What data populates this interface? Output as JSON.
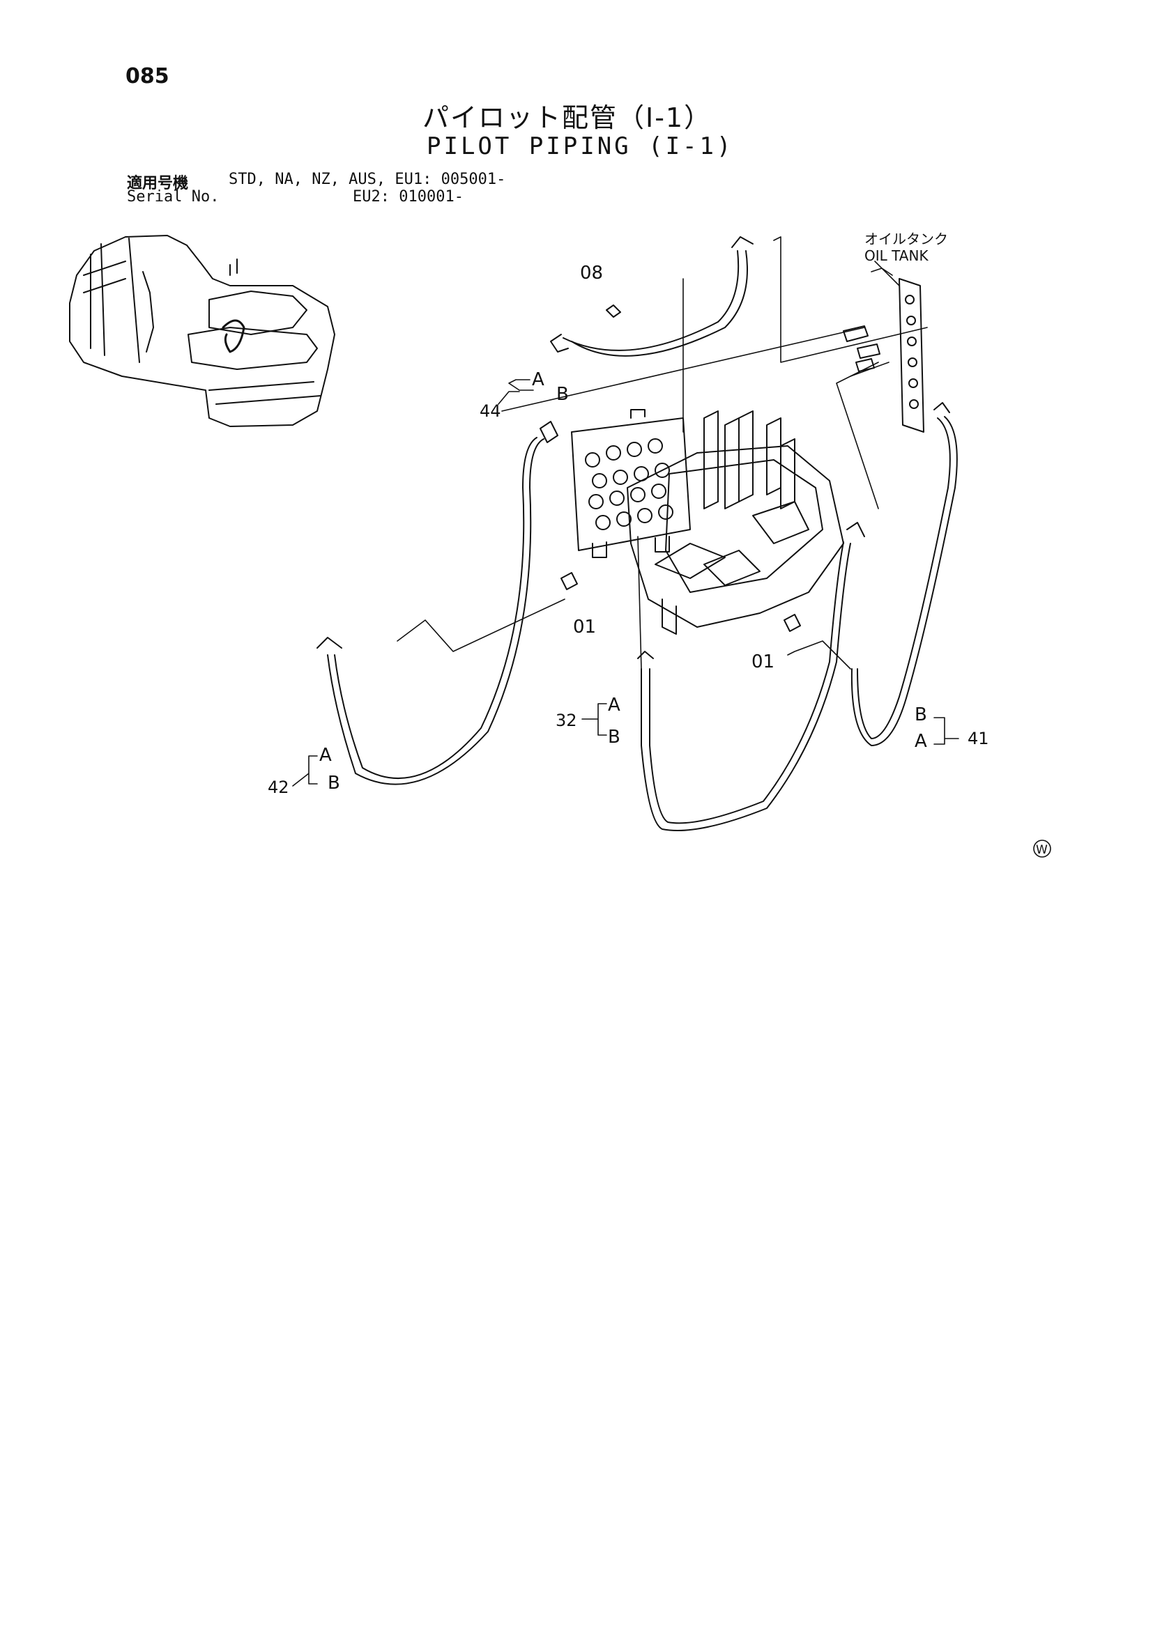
{
  "header": {
    "page_number": "085",
    "title_jp": "パイロット配管（Ⅰ-1）",
    "title_en": "PILOT PIPING (I-1)"
  },
  "serial": {
    "label_jp": "適用号機",
    "label_en": "Serial No.",
    "line1": "STD, NA, NZ, AUS, EU1: 005001-",
    "line2": "EU2: 010001-"
  },
  "callouts": {
    "oil_tank_jp": "オイルタンク",
    "oil_tank_en": "OIL TANK",
    "part_08": "08",
    "part_44": "44",
    "part_01_left": "01",
    "part_01_right": "01",
    "part_32": "32",
    "part_41": "41",
    "part_42": "42",
    "end_a": "A",
    "end_b": "B"
  },
  "marks": {
    "w_symbol": "W"
  }
}
